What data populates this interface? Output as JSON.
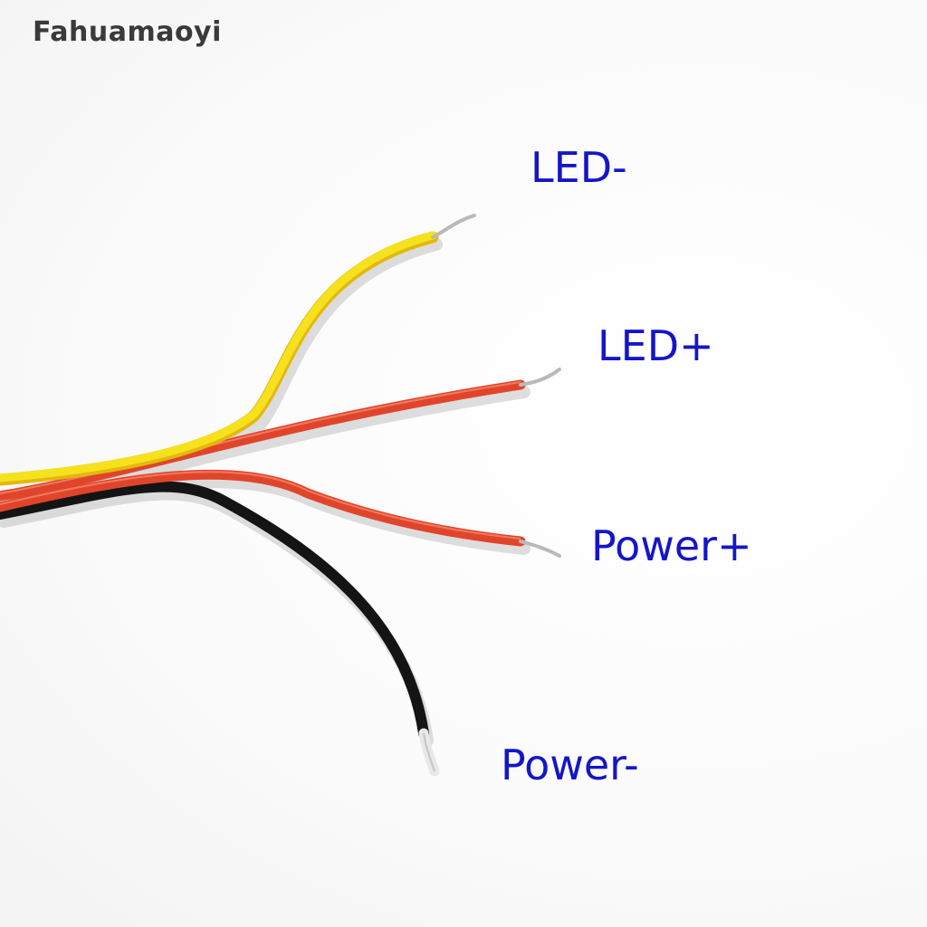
{
  "watermark": "Fahuamaoyi",
  "labels": {
    "led_minus": "LED-",
    "led_plus": "LED+",
    "power_plus": "Power+",
    "power_minus": "Power-"
  },
  "colors": {
    "label_text": "#1515c8",
    "wire_yellow": "#f5e21c",
    "wire_red": "#e0452c",
    "wire_black": "#141414",
    "wire_tip": "#b9b9b9"
  }
}
